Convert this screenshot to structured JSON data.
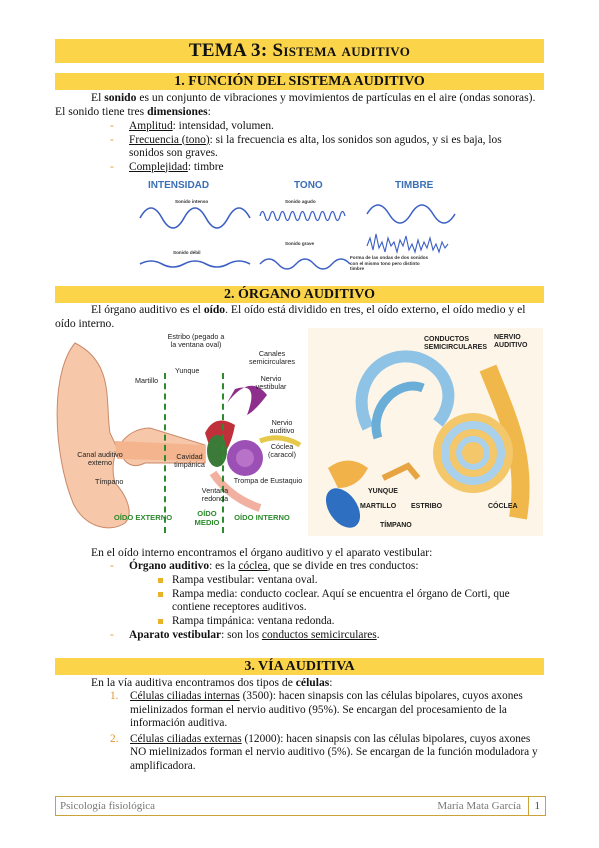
{
  "title": {
    "main": "TEMA 3:",
    "rest": "Sistema auditivo"
  },
  "sec1": {
    "heading": "1. FUNCIÓN DEL SISTEMA AUDITIVO",
    "p1_a": "El ",
    "p1_b": "sonido",
    "p1_c": " es un conjunto de vibraciones y movimientos de partículas en el aire (ondas sonoras). El sonido tiene tres ",
    "p1_d": "dimensiones",
    "p1_e": ":",
    "items": [
      {
        "u": "Amplitud",
        "rest": ": intensidad, volumen."
      },
      {
        "u": "Frecuencia (tono)",
        "rest": ": si la frecuencia es alta, los sonidos son agudos, y si es baja, los sonidos son graves."
      },
      {
        "u": "Complejidad",
        "rest": ": timbre"
      }
    ],
    "waves": {
      "intensidad": "INTENSIDAD",
      "tono": "TONO",
      "timbre": "TIMBRE",
      "intenso": "Sonido intenso",
      "debil": "Sonido débil",
      "agudo": "Sonido agudo",
      "grave": "Sonido grave",
      "timbre_note": "Forma de las ondas de dos sonidos con el mismo tono pero distinto timbre"
    }
  },
  "sec2": {
    "heading": "2. ÓRGANO AUDITIVO",
    "p1_a": "El órgano auditivo es el ",
    "p1_b": "oído",
    "p1_c": ". El oído está dividido en tres, el oído externo, el oído medio y el oído interno.",
    "ear": {
      "estribo": "Estribo (pegado a la ventana oval)",
      "yunque": "Yunque",
      "martillo": "Martillo",
      "canales": "Canales semicirculares",
      "nervio_vest": "Nervio vestibular",
      "nervio_aud": "Nervio auditivo",
      "coclea": "Cóclea (caracol)",
      "canal": "Canal auditivo externo",
      "timpano": "Tímpano",
      "cavidad": "Cavidad timpánica",
      "ventana": "Ventana redonda",
      "trompa": "Trompa de Eustaquio",
      "z_ext": "OÍDO EXTERNO",
      "z_med": "OÍDO MEDIO",
      "z_int": "OÍDO INTERNO"
    },
    "inner": {
      "conductos": "CONDUCTOS SEMICIRCULARES",
      "nervio": "NERVIO AUDITIVO",
      "yunque": "YUNQUE",
      "martillo": "MARTILLO",
      "estribo": "ESTRIBO",
      "coclea": "CÓCLEA",
      "timpano": "TÍMPANO"
    },
    "p2": "En el oído interno encontramos el órgano auditivo y el aparato vestibular:",
    "organo_b": "Órgano auditivo",
    "organo_a": ": es la ",
    "organo_u": "cóclea",
    "organo_c": ", que se divide en tres conductos:",
    "rampas": [
      "Rampa vestibular: ventana oval.",
      "Rampa media: conducto coclear. Aquí se encuentra el órgano de Corti, que contiene receptores auditivos.",
      "Rampa timpánica: ventana redonda."
    ],
    "aparato_b": "Aparato vestibular",
    "aparato_a": ": son los ",
    "aparato_u": "conductos semicirculares",
    "aparato_c": "."
  },
  "sec3": {
    "heading": "3. VÍA AUDITIVA",
    "p1_a": "En la vía auditiva encontramos dos tipos de ",
    "p1_b": "células",
    "items": [
      {
        "n": "1.",
        "u": "Células ciliadas internas",
        "rest": " (3500): hacen sinapsis con las células bipolares, cuyos axones mielinizados forman el nervio auditivo (95%). Se encargan del procesamiento de la información auditiva."
      },
      {
        "n": "2.",
        "u": "Células ciliadas externas",
        "rest": " (12000): hacen sinapsis con las células bipolares, cuyos axones NO mielinizados forman el nervio auditivo (5%). Se encargan de la función moduladora y amplificadora."
      }
    ]
  },
  "footer": {
    "subject": "Psicología fisiológica",
    "author": "María Mata García",
    "page": "1"
  },
  "colors": {
    "bar": "#fbd44a",
    "accent": "#e0952a",
    "wave": "#3b5fc4",
    "green": "#2d8a2d"
  }
}
